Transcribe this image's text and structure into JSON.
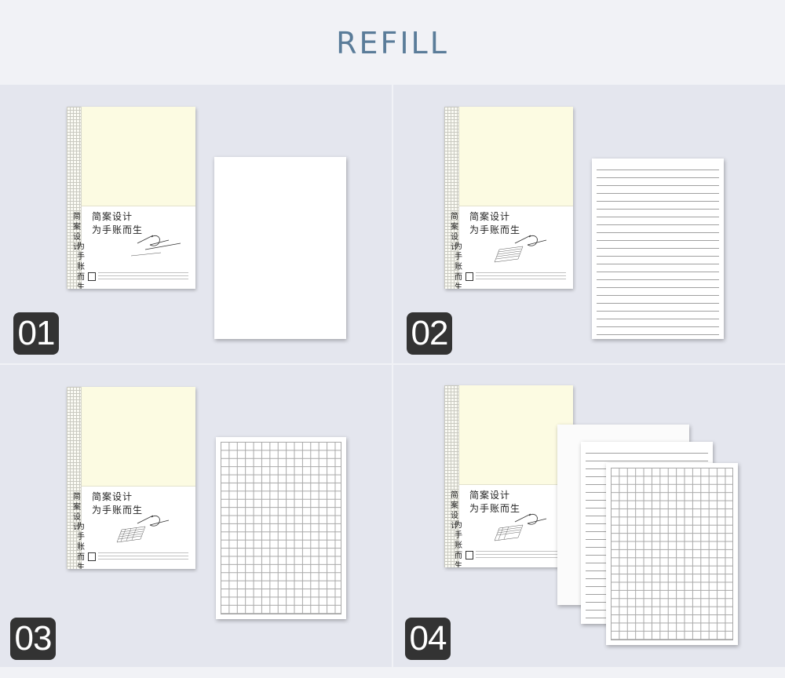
{
  "header": {
    "title": "REFILL"
  },
  "panels": [
    {
      "badge": "01"
    },
    {
      "badge": "02"
    },
    {
      "badge": "03"
    },
    {
      "badge": "04"
    }
  ],
  "cover": {
    "title_line1": "简案设计",
    "title_line2": "为手账而生",
    "vertical_1": "简案设计",
    "vertical_2": "为手账而生"
  },
  "colors": {
    "title": "#5a7c99",
    "badge": "#333333",
    "panel": "#e4e6ee",
    "cover_yellow": "#fcfbe2"
  }
}
